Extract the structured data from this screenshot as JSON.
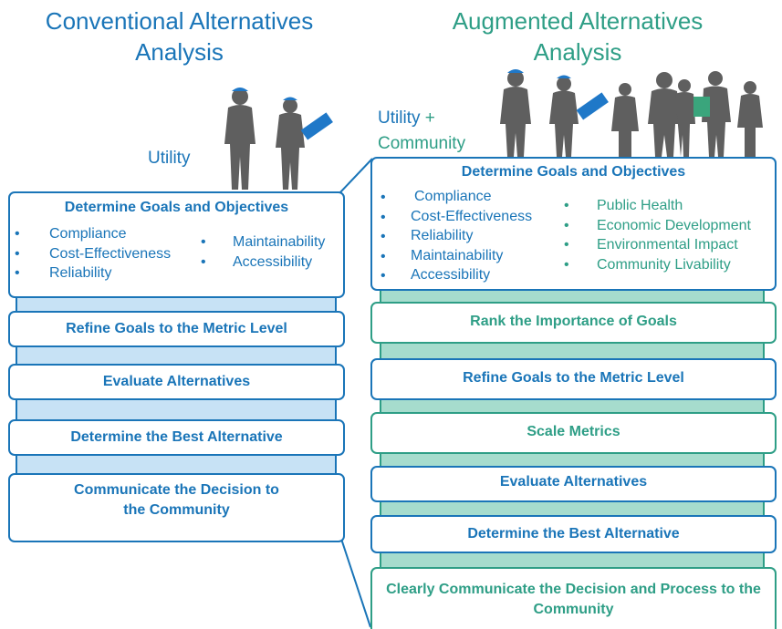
{
  "left": {
    "title_line1": "Conventional Alternatives",
    "title_line2": "Analysis",
    "stakeholder_label": "Utility",
    "goals_box": {
      "heading": "Determine Goals and Objectives",
      "col1": [
        "Compliance",
        "Cost-Effectiveness",
        "Reliability"
      ],
      "col2": [
        "Maintainability",
        "Accessibility"
      ]
    },
    "steps": [
      "Refine Goals to the Metric Level",
      "Evaluate Alternatives",
      "Determine the Best Alternative",
      "Communicate the Decision to the Community"
    ]
  },
  "right": {
    "title_line1": "Augmented Alternatives",
    "title_line2": "Analysis",
    "stakeholder_label_line1": "Utility",
    "stakeholder_label_plus": "+",
    "stakeholder_label_line2": "Community",
    "goals_box": {
      "heading": "Determine Goals and Objectives",
      "col1": [
        "Compliance",
        "Cost-Effectiveness",
        "Reliability",
        "Maintainability",
        "Accessibility"
      ],
      "col2": [
        "Public Health",
        "Economic Development",
        "Environmental Impact",
        "Community Livability"
      ]
    },
    "steps": [
      "Rank the Importance of Goals",
      "Refine Goals to the Metric Level",
      "Scale Metrics",
      "Evaluate Alternatives",
      "Determine the Best Alternative",
      "Clearly Communicate the Decision and Process to the Community"
    ]
  },
  "colors": {
    "blue": "#1a75b8",
    "teal": "#2e9e86",
    "light_blue_bar": "#c7e2f5",
    "light_teal_bar": "#a6dccd",
    "silhouette": "#5f5f5f"
  }
}
